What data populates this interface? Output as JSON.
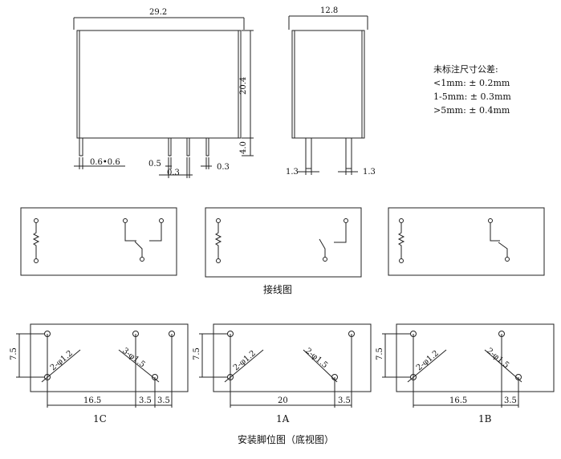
{
  "dimensions": {
    "front_width": "29.2",
    "front_height": "20.4",
    "pin_height": "4.0",
    "pin_size": "0.6•0.6",
    "pin_gap_a": "0.5",
    "pin_gap_b": "0.3",
    "pin_gap_c": "0.3",
    "side_width": "12.8",
    "side_pin_left": "1.3",
    "side_pin_right": "1.3"
  },
  "tolerance_note": {
    "title": "未标注尺寸公差:",
    "lines": [
      "<1mm: ± 0.2mm",
      "1-5mm: ± 0.3mm",
      ">5mm: ± 0.4mm"
    ]
  },
  "wiring_caption": "接线图",
  "mounting": {
    "caption": "安装脚位图（底视图）",
    "layouts": [
      {
        "label": "1C",
        "row_pitch": "7.5",
        "hole_a": "2-φ1.2",
        "hole_b": "3-φ1.5",
        "dims": [
          "16.5",
          "3.5",
          "3.5"
        ]
      },
      {
        "label": "1A",
        "row_pitch": "7.5",
        "hole_a": "2-φ1.2",
        "hole_b": "2-φ1.5",
        "dims": [
          "20",
          "3.5"
        ]
      },
      {
        "label": "1B",
        "row_pitch": "7.5",
        "hole_a": "2-φ1.2",
        "hole_b": "2-φ1.5",
        "dims": [
          "16.5",
          "3.5"
        ]
      }
    ]
  }
}
